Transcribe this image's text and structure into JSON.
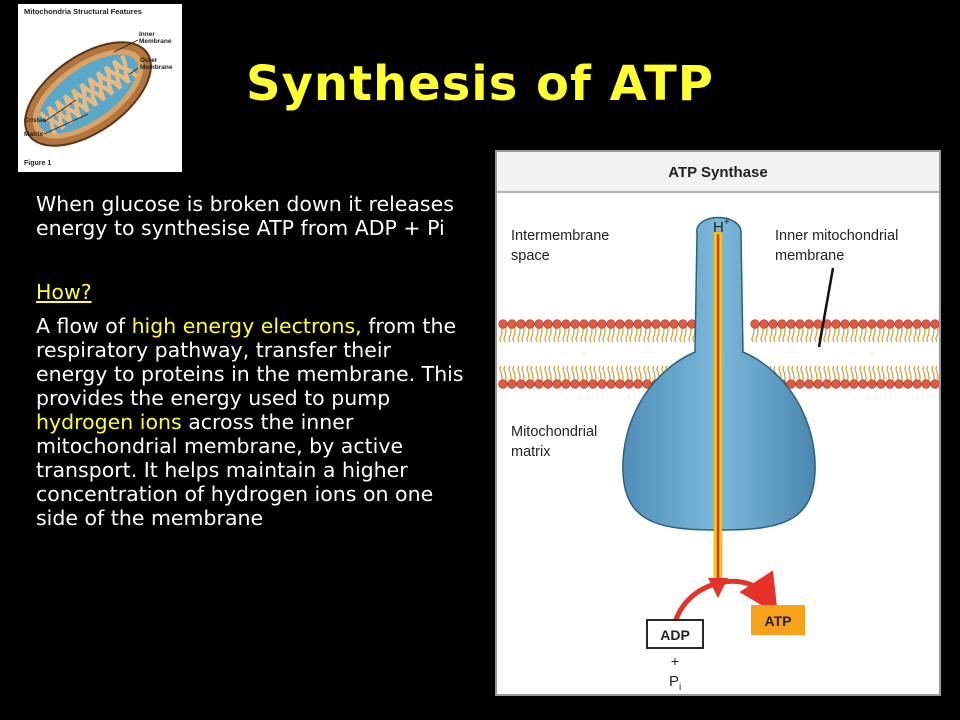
{
  "slide": {
    "title": "Synthesis of ATP",
    "intro_text": "When glucose is broken down it releases energy to synthesise ATP from ADP + Pi",
    "how_label": "How?",
    "body": {
      "part1": "A flow of ",
      "highlight1": "high energy electrons,",
      "part2": " from the respiratory pathway, transfer their energy to proteins in the membrane. This provides the energy used to pump ",
      "highlight2": "hydrogen ions",
      "part3": " across the inner mitochondrial membrane, by active transport. It helps maintain a higher concentration of hydrogen ions on one side of the membrane"
    }
  },
  "mito_figure": {
    "heading": "Mitochondria Structural Features",
    "labels": {
      "inner": "Inner",
      "inner2": "Membrane",
      "outer": "Outer",
      "outer2": "Membrane",
      "cristae": "Cristae",
      "matrix": "Matrix"
    },
    "caption": "Figure 1"
  },
  "diagram": {
    "title": "ATP Synthase",
    "intermembrane_1": "Intermembrane",
    "intermembrane_2": "space",
    "inner_mito_1": "Inner mitochondrial",
    "inner_mito_2": "membrane",
    "matrix_1": "Mitochondrial",
    "matrix_2": "matrix",
    "h_plus": "H",
    "h_sup": "+",
    "adp": "ADP",
    "atp": "ATP",
    "plus": "+",
    "pi": "P",
    "pi_sub": "i"
  },
  "colors": {
    "title_yellow": "#ffff33",
    "synthase_blue": "#6aa8cf",
    "atp_orange": "#f7a21b",
    "arrow_red": "#e63228"
  }
}
